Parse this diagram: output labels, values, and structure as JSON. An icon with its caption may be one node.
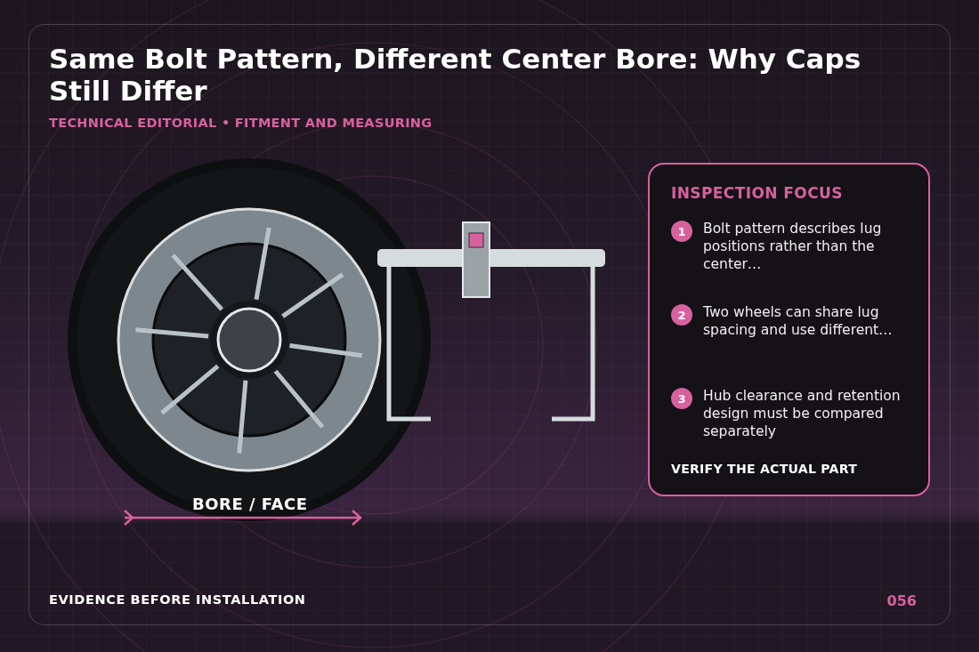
{
  "diagram": {
    "title": "Same Bolt Pattern, Different Center Bore: Why Caps Still Differ",
    "nodes": [
      {
        "text": [
          "INSPECTION FOCUS",
          "VERIFY THE ACTUAL PART"
        ]
      },
      {
        "text": [
          "1"
        ],
        "beside": [
          "Bolt pattern describes lug positions rather than the center…"
        ],
        "in": 0
      },
      {
        "text": [
          "2"
        ],
        "beside": [
          "Two wheels can share lug spacing and use different…"
        ],
        "in": 0
      },
      {
        "text": [
          "3"
        ],
        "beside": [
          "Hub clearance and retention design must be compared separately"
        ],
        "in": 0
      }
    ],
    "labels": [
      "TECHNICAL EDITORIAL • FITMENT AND MEASURING",
      "BORE / FACE",
      "EVIDENCE BEFORE INSTALLATION",
      "056"
    ]
  }
}
